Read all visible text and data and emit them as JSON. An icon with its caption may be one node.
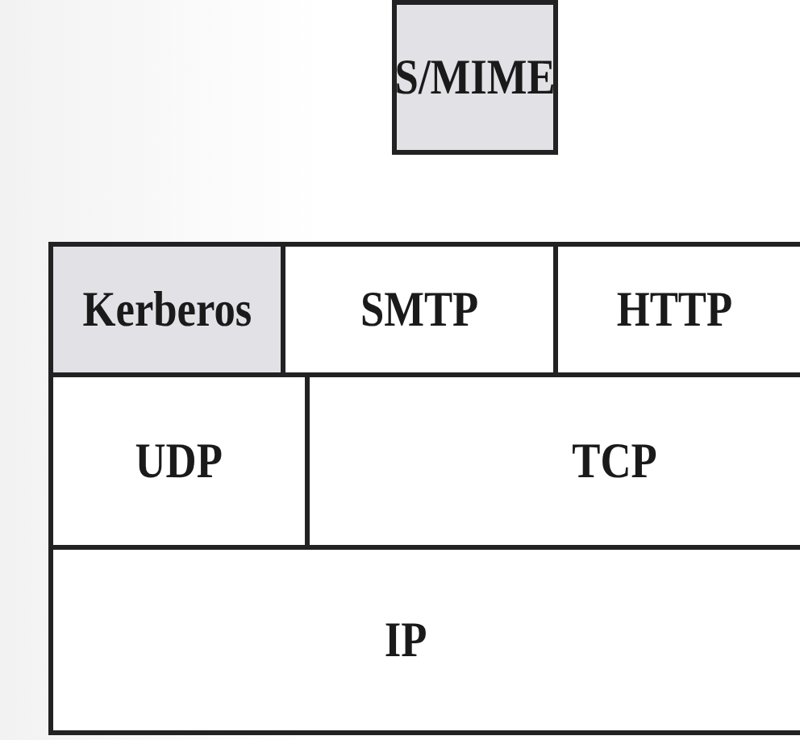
{
  "diagram": {
    "nodes": [
      {
        "text": [
          "S/MIME"
        ]
      },
      {
        "text": [
          "Kerberos"
        ]
      },
      {
        "text": [
          "SMTP"
        ]
      },
      {
        "text": [
          "HTTP"
        ]
      },
      {
        "text": [
          "UDP"
        ]
      },
      {
        "text": [
          "TCP"
        ]
      },
      {
        "text": [
          "IP"
        ]
      }
    ]
  }
}
